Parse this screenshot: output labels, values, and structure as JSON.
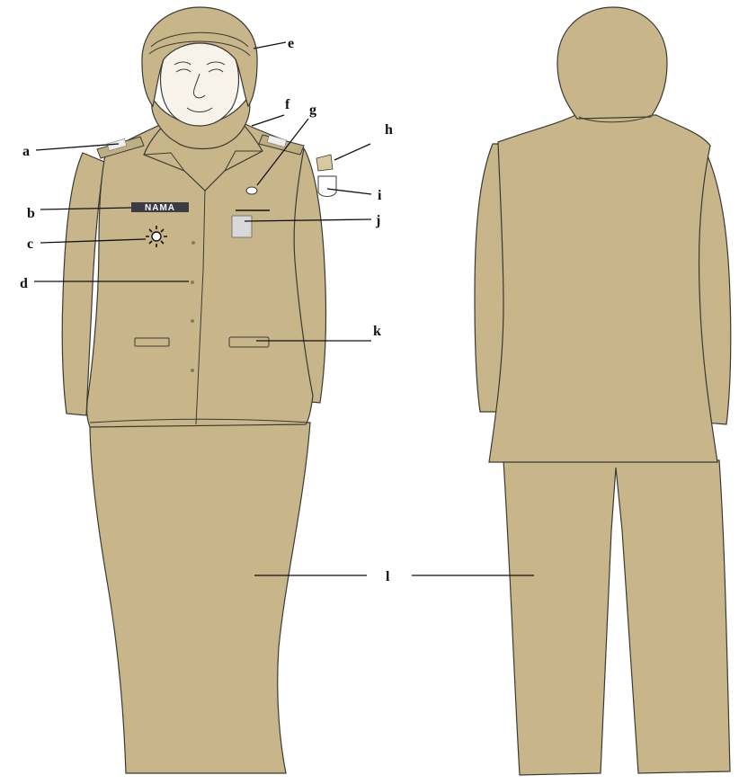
{
  "colors": {
    "uniform": "#c8b68a",
    "outline": "#3a3a32",
    "label": "#111111",
    "background": "#ffffff",
    "badge_dark": "#3b3b46",
    "badge_light": "#d9d9d9"
  },
  "name_tag": {
    "text": "NAMA"
  },
  "labels": {
    "a": "a",
    "b": "b",
    "c": "c",
    "d": "d",
    "e": "e",
    "f": "f",
    "g": "g",
    "h": "h",
    "i": "i",
    "j": "j",
    "k": "k",
    "l": "l"
  }
}
